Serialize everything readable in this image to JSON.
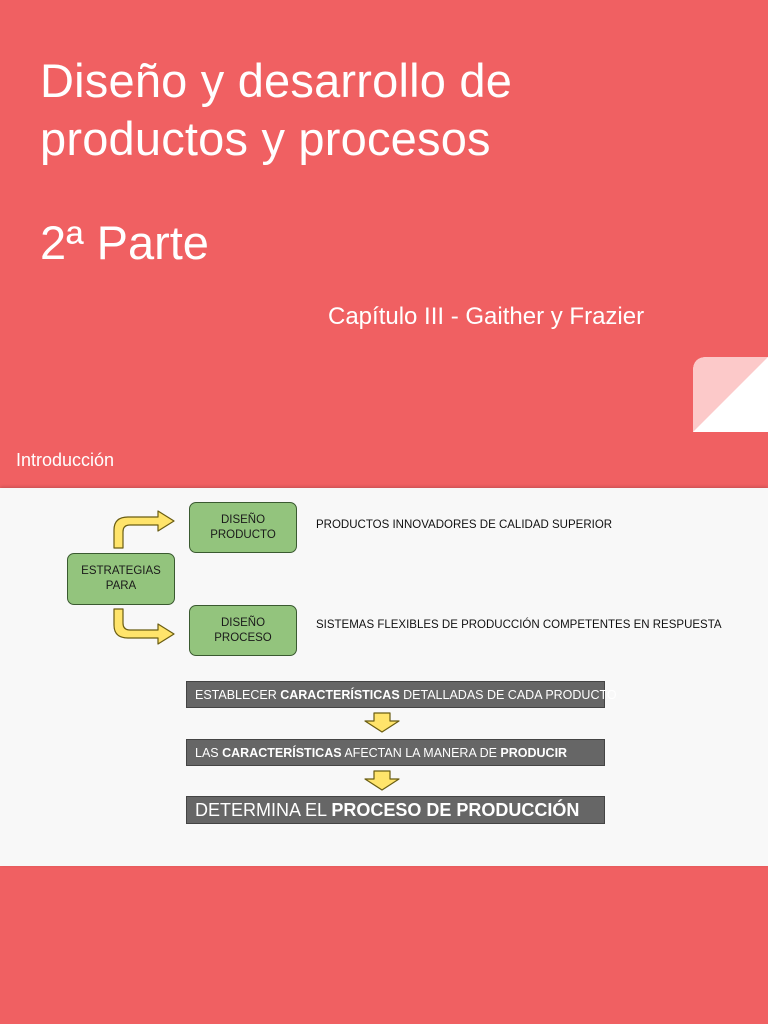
{
  "header": {
    "title_line1": "Diseño y desarrollo de",
    "title_line2": "productos y procesos",
    "part": "2ª Parte",
    "chapter": "Capítulo III - Gaither y Frazier",
    "section": "Introducción"
  },
  "diagram": {
    "strategies": "ESTRATEGIAS\nPARA",
    "product_box": "DISEÑO\nPRODUCTO",
    "process_box": "DISEÑO\nPROCESO",
    "product_desc": "PRODUCTOS INNOVADORES DE CALIDAD SUPERIOR",
    "process_desc": "SISTEMAS FLEXIBLES DE PRODUCCIÓN COMPETENTES EN RESPUESTA",
    "steps": [
      {
        "pre": "ESTABLECER ",
        "bold": "CARACTERÍSTICAS",
        "post": " DETALLADAS DE CADA PRODUCTO",
        "bold2": ""
      },
      {
        "pre": "LAS ",
        "bold": "CARACTERÍSTICAS",
        "post": " AFECTAN LA MANERA DE ",
        "bold2": "PRODUCIR"
      },
      {
        "pre": "DETERMINA EL ",
        "bold": "PROCESO DE PRODUCCIÓN",
        "post": "",
        "bold2": ""
      }
    ]
  },
  "colors": {
    "background": "#f06062",
    "panel": "#f8f8f8",
    "green_box": "#93c47d",
    "gray_bar": "#666666",
    "arrow_yellow": "#ffe46b"
  }
}
